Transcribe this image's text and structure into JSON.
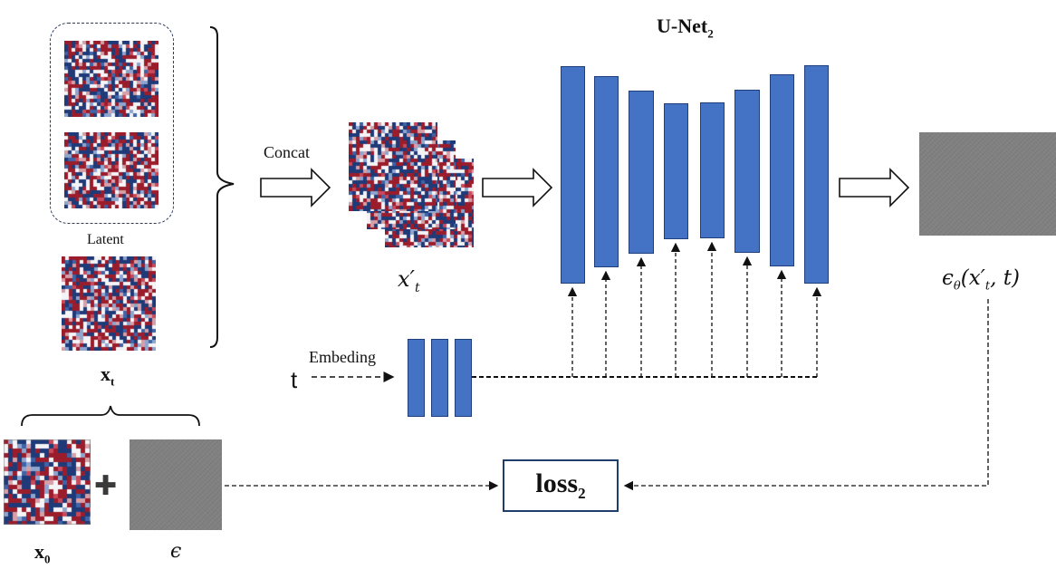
{
  "labels": {
    "latent": "Latent",
    "xt": "x",
    "xt_sub": "t",
    "x0": "x",
    "x0_sub": "0",
    "epsilon": "ϵ",
    "concat": "Concat",
    "xprime_base": "x",
    "xprime_prime": "′",
    "xprime_sub": "t",
    "unet": "U-Net",
    "unet_sub": "2",
    "embeding": "Embeding",
    "t": "t",
    "output": "ϵ",
    "output_sub": "θ",
    "output_args": "(x′",
    "output_args_sub": "t",
    "output_args_end": ", t)",
    "loss": "loss",
    "loss_sub": "2",
    "plus": "✚"
  },
  "colors": {
    "unet_blue": "#4472c4",
    "noise_red": "#9b1c2b",
    "noise_navy": "#1f3a78",
    "noise_white": "#f4f4f6",
    "gray_noise": "#808080"
  }
}
